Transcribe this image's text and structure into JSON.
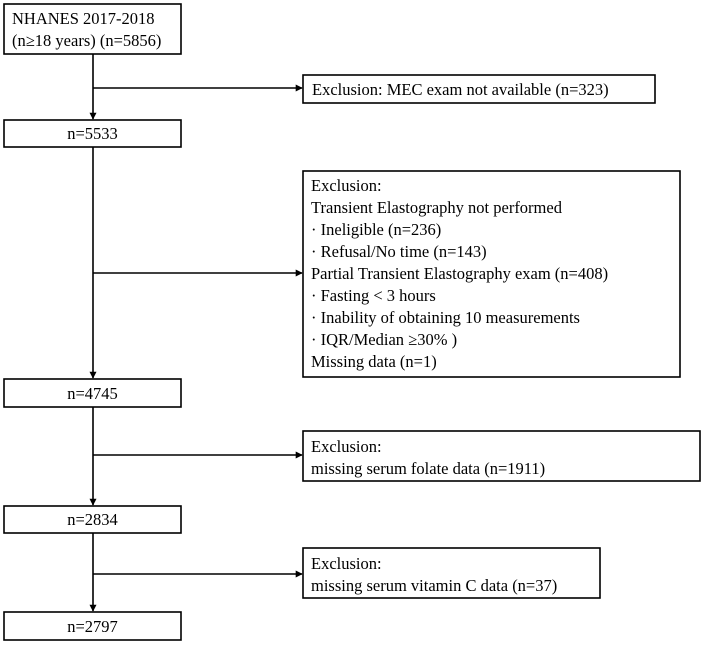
{
  "main_boxes": [
    {
      "lines": [
        "NHANES 2017-2018",
        "(n≥18 years) (n=5856)"
      ]
    },
    {
      "lines": [
        "n=5533"
      ]
    },
    {
      "lines": [
        "n=4745"
      ]
    },
    {
      "lines": [
        "n=2834"
      ]
    },
    {
      "lines": [
        "n=2797"
      ]
    }
  ],
  "exclusion_boxes": [
    {
      "lines": [
        "Exclusion: MEC exam not available (n=323)"
      ]
    },
    {
      "lines": [
        "Exclusion:",
        "Transient Elastography not performed",
        "· Ineligible (n=236)",
        "· Refusal/No time (n=143)",
        "Partial Transient Elastography exam (n=408)",
        "· Fasting < 3 hours",
        "· Inability of obtaining 10 measurements",
        "· IQR/Median ≥30% )",
        "Missing data (n=1)"
      ]
    },
    {
      "lines": [
        "Exclusion:",
        "missing serum folate data (n=1911)"
      ]
    },
    {
      "lines": [
        "Exclusion:",
        "missing serum vitamin C data (n=37)"
      ]
    }
  ]
}
